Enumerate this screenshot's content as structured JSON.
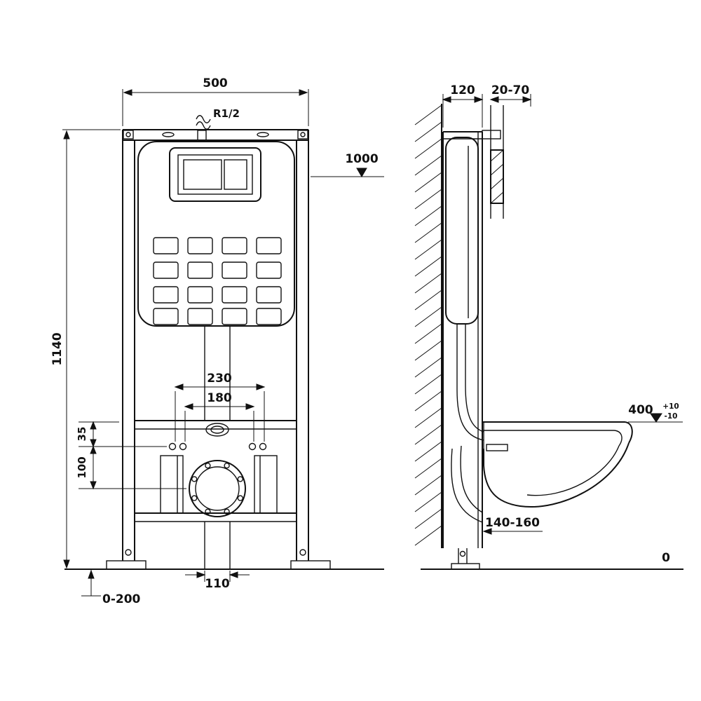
{
  "colors": {
    "ink": "#111111",
    "background": "#ffffff"
  },
  "dims": {
    "front": {
      "width_top": "500",
      "inlet": "R1/2",
      "plate_height": "1000",
      "frame_height": "1140",
      "hole_span_outer": "230",
      "hole_span_inner": "180",
      "offset_35": "35",
      "offset_100": "100",
      "pipe_width": "110",
      "floor_adjust": "0-200"
    },
    "side": {
      "frame_depth": "120",
      "wall_finish": "20-70",
      "seat_height": "400",
      "seat_tol_plus": "+10",
      "seat_tol_minus": "-10",
      "drain_height": "140-160",
      "floor_level": "0"
    }
  }
}
